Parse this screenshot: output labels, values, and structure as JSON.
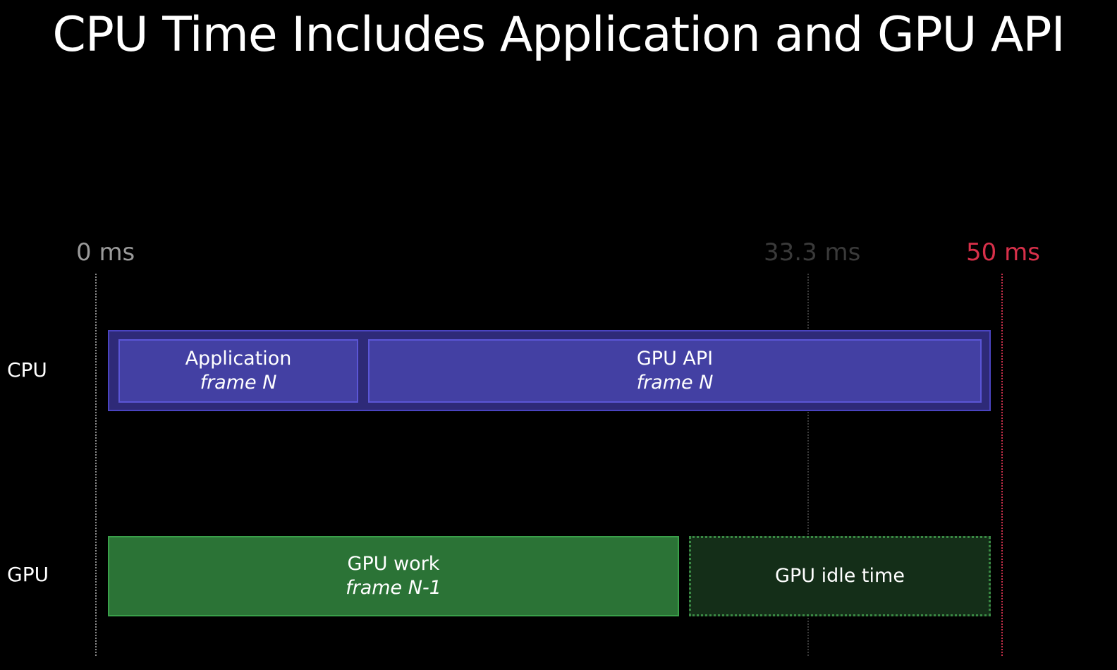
{
  "title": "CPU Time Includes Application and GPU API",
  "markers": {
    "start": {
      "label": "0 ms",
      "color": "#9a9a9a",
      "line_color": "#8a8a8a"
    },
    "mid": {
      "label": "33.3 ms",
      "color": "#3a3a3a",
      "line_color": "#3a3a3a"
    },
    "end": {
      "label": "50 ms",
      "color": "#d8304a",
      "line_color": "#c8304a"
    }
  },
  "rows": {
    "cpu": {
      "label": "CPU",
      "container_color": "#2e2a78",
      "container_border": "#4a44c0",
      "blocks": [
        {
          "title": "Application",
          "subtitle": "frame N",
          "fill": "#4340a3",
          "border": "#5b56d6"
        },
        {
          "title": "GPU API",
          "subtitle": "frame N",
          "fill": "#4340a3",
          "border": "#5b56d6"
        }
      ]
    },
    "gpu": {
      "label": "GPU",
      "blocks": [
        {
          "title": "GPU work",
          "subtitle": "frame N-1",
          "fill": "#2b7336",
          "border": "#3aa04a"
        },
        {
          "title": "GPU idle time",
          "subtitle": "",
          "fill": "#142e18",
          "border": "#3a8a44"
        }
      ]
    }
  }
}
